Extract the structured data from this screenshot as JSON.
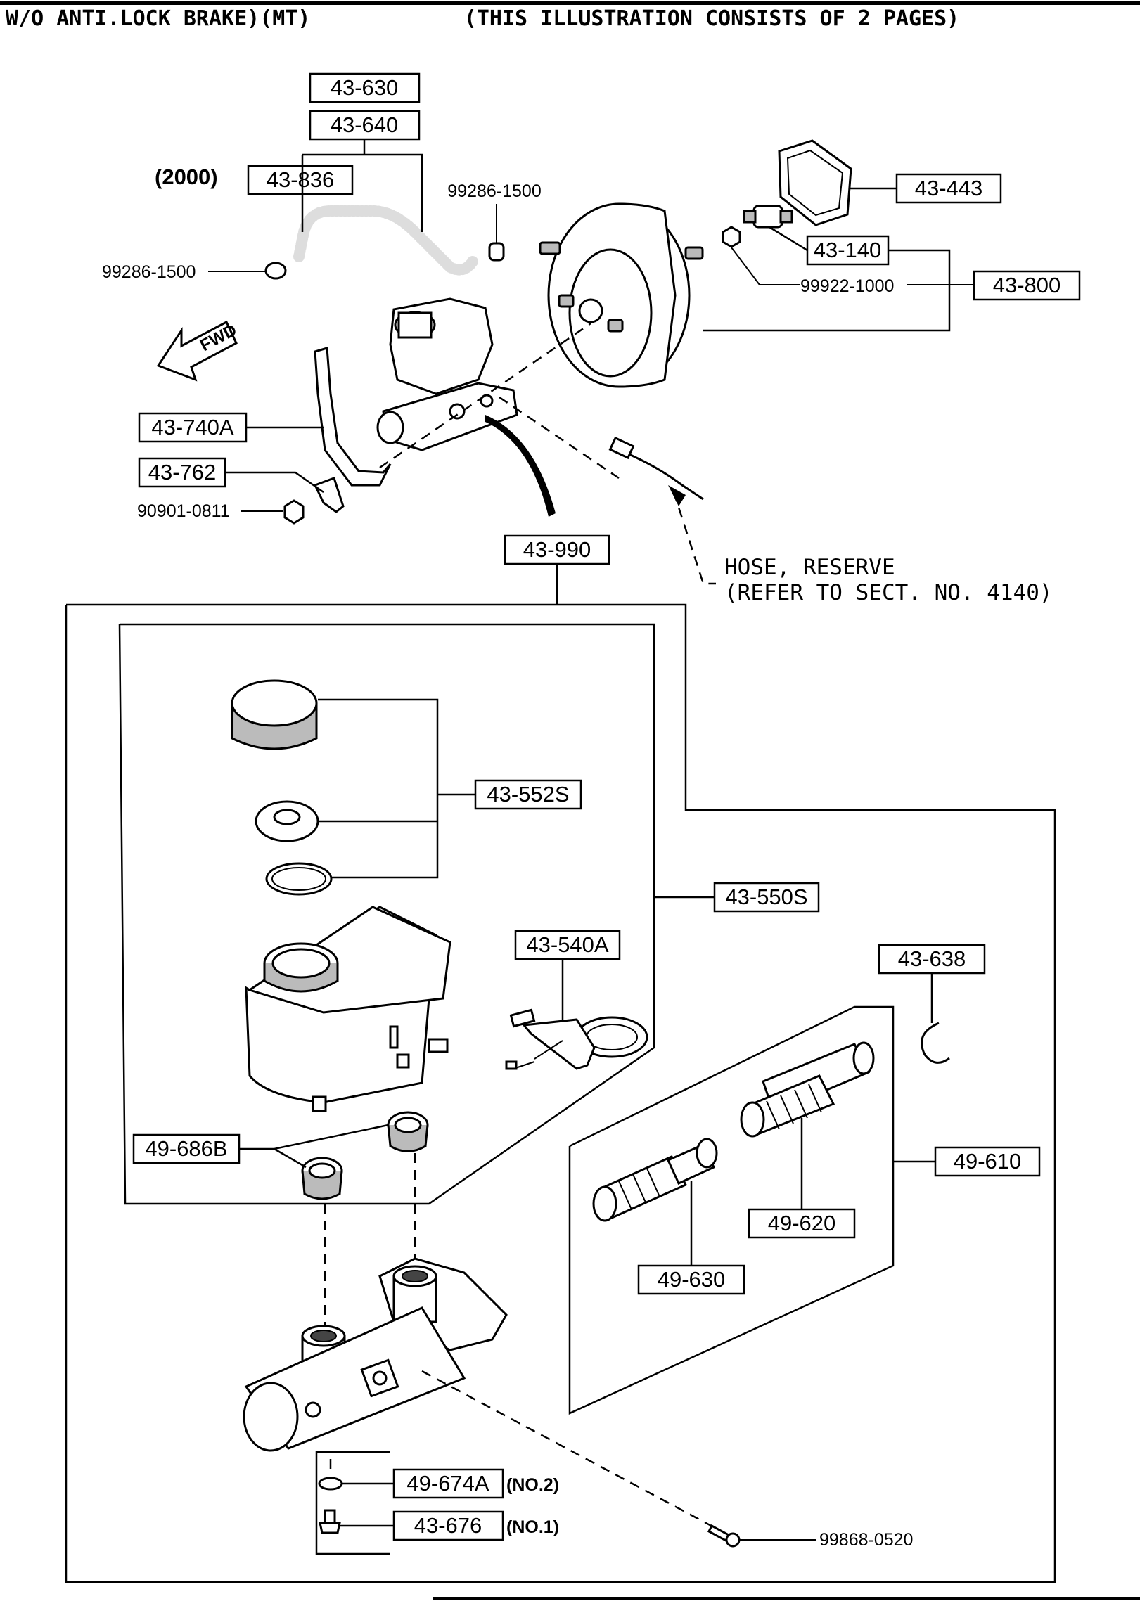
{
  "header": {
    "left": "W/O ANTI.LOCK BRAKE)(MT)",
    "right": "(THIS ILLUSTRATION CONSISTS OF  2 PAGES)"
  },
  "direction_label": "FWD",
  "year_label": "(2000)",
  "parts": {
    "p43_630": "43-630",
    "p43_640": "43-640",
    "p43_836": "43-836",
    "p43_443": "43-443",
    "p43_140": "43-140",
    "p43_800": "43-800",
    "p43_740A": "43-740A",
    "p43_762": "43-762",
    "p43_990": "43-990",
    "p43_552S": "43-552S",
    "p43_550S": "43-550S",
    "p43_540A": "43-540A",
    "p43_638": "43-638",
    "p49_686B": "49-686B",
    "p49_610": "49-610",
    "p49_620": "49-620",
    "p49_630": "49-630",
    "p49_674A": "49-674A",
    "p43_676": "43-676"
  },
  "hardware": {
    "clamp_right": "99286-1500",
    "clamp_left": "99286-1500",
    "nut_booster": "99922-1000",
    "nut_bracket": "90901-0811",
    "screw": "99868-0520"
  },
  "notes": {
    "hose_line1": "HOSE, RESERVE",
    "hose_line2": "(REFER TO SECT. NO. 4140)",
    "no2": "(NO.2)",
    "no1": "(NO.1)"
  }
}
